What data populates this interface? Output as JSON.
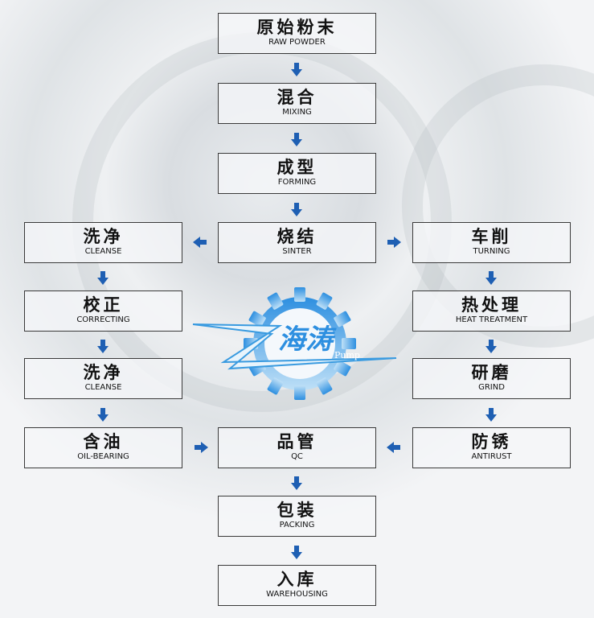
{
  "steps": {
    "raw": {
      "zh": "原始粉末",
      "en": "RAW POWDER"
    },
    "mixing": {
      "zh": "混合",
      "en": "MIXING"
    },
    "forming": {
      "zh": "成型",
      "en": "FORMING"
    },
    "sinter": {
      "zh": "烧结",
      "en": "SINTER"
    },
    "cleanse1": {
      "zh": "洗净",
      "en": "CLEANSE"
    },
    "correcting": {
      "zh": "校正",
      "en": "CORRECTING"
    },
    "cleanse2": {
      "zh": "洗净",
      "en": "CLEANSE"
    },
    "oil": {
      "zh": "含油",
      "en": "OIL-BEARING"
    },
    "turning": {
      "zh": "车削",
      "en": "TURNING"
    },
    "heat": {
      "zh": "热处理",
      "en": "HEAT TREATMENT"
    },
    "grind": {
      "zh": "研磨",
      "en": "GRIND"
    },
    "antirust": {
      "zh": "防锈",
      "en": "ANTIRUST"
    },
    "qc": {
      "zh": "品管",
      "en": "QC"
    },
    "packing": {
      "zh": "包装",
      "en": "PACKING"
    },
    "warehousing": {
      "zh": "入库",
      "en": "WAREHOUSING"
    }
  },
  "logo": {
    "zh": "海涛",
    "en": "Pump"
  },
  "colors": {
    "arrow": "#1e5fb3",
    "logo": "#3a9be0"
  }
}
